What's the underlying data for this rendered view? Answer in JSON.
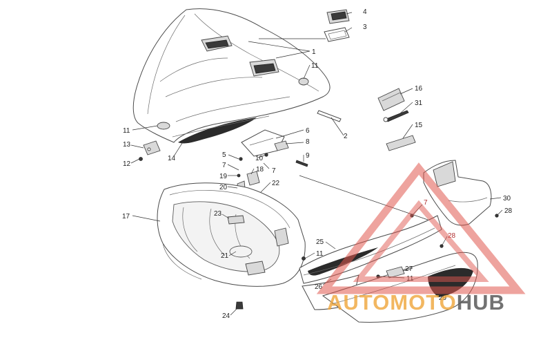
{
  "diagram": {
    "callouts": [
      {
        "id": "c1",
        "text": "1"
      },
      {
        "id": "c2",
        "text": "2"
      },
      {
        "id": "c3",
        "text": "3"
      },
      {
        "id": "c4",
        "text": "4"
      },
      {
        "id": "c5",
        "text": "5"
      },
      {
        "id": "c6",
        "text": "6"
      },
      {
        "id": "c7a",
        "text": "7"
      },
      {
        "id": "c7b",
        "text": "7"
      },
      {
        "id": "c7c",
        "text": "7"
      },
      {
        "id": "c8",
        "text": "8"
      },
      {
        "id": "c9",
        "text": "9"
      },
      {
        "id": "c10",
        "text": "10"
      },
      {
        "id": "c11a",
        "text": "11"
      },
      {
        "id": "c11b",
        "text": "11"
      },
      {
        "id": "c11c",
        "text": "11"
      },
      {
        "id": "c11d",
        "text": "11"
      },
      {
        "id": "c12",
        "text": "12"
      },
      {
        "id": "c13",
        "text": "13"
      },
      {
        "id": "c14",
        "text": "14"
      },
      {
        "id": "c15",
        "text": "15"
      },
      {
        "id": "c16",
        "text": "16"
      },
      {
        "id": "c17",
        "text": "17"
      },
      {
        "id": "c18",
        "text": "18"
      },
      {
        "id": "c19",
        "text": "19"
      },
      {
        "id": "c20",
        "text": "20"
      },
      {
        "id": "c21",
        "text": "21"
      },
      {
        "id": "c22",
        "text": "22"
      },
      {
        "id": "c23",
        "text": "23"
      },
      {
        "id": "c24",
        "text": "24"
      },
      {
        "id": "c25",
        "text": "25"
      },
      {
        "id": "c26",
        "text": "26"
      },
      {
        "id": "c27",
        "text": "27"
      },
      {
        "id": "c28a",
        "text": "28"
      },
      {
        "id": "c28b",
        "text": "28"
      },
      {
        "id": "c29",
        "text": "29"
      },
      {
        "id": "c30",
        "text": "30"
      },
      {
        "id": "c31",
        "text": "31"
      }
    ]
  },
  "watermark": {
    "word_auto": "AUTO",
    "word_moto": "MOTO",
    "word_hub": "HUB",
    "colors": {
      "triangle": "#e0584f",
      "orange": "#f0a63a",
      "grey": "#5a5a5a"
    }
  }
}
